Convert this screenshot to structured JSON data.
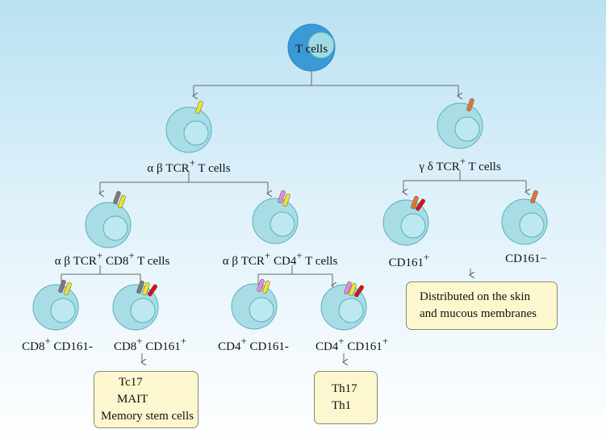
{
  "colors": {
    "cell_outer": "#a8dde6",
    "cell_inner": "#bde8ef",
    "cell_stroke": "#5aaebd",
    "root_outer": "#3a9ad6",
    "root_inner": "#a0dbe6",
    "yellow": "#f1e32a",
    "gray": "#7a7a7a",
    "orange": "#e2762a",
    "red": "#d3141a",
    "pink": "#e78ad8",
    "box_fill": "#fdf7cf"
  },
  "nodes": {
    "root": {
      "label": "T cells"
    },
    "ab": {
      "label_pre": "α β TCR",
      "sup": "+",
      "label_post": "T cells"
    },
    "gd": {
      "label_pre": "γ δ TCR",
      "sup": "+",
      "label_post": "T cells"
    },
    "cd8": {
      "label_pre": "α β TCR",
      "sup1": "+",
      "mid": "CD8",
      "sup2": "+",
      "label_post": "T cells"
    },
    "cd4": {
      "label_pre": "α β TCR",
      "sup1": "+",
      "mid": "CD4",
      "sup2": "+",
      "label_post": "T cells"
    },
    "cd161pos": {
      "label_pre": "CD161",
      "sup": "+"
    },
    "cd161neg": {
      "label": "CD161−"
    },
    "cd8neg": {
      "pre": "CD8",
      "sup": "+",
      "post": "CD161-"
    },
    "cd8pos": {
      "pre": "CD8",
      "sup1": "+",
      "mid": "CD161",
      "sup2": "+"
    },
    "cd4neg": {
      "pre": "CD4",
      "sup": "+",
      "post": "CD161-"
    },
    "cd4pos": {
      "pre": "CD4",
      "sup1": "+",
      "mid": "CD161",
      "sup2": "+"
    }
  },
  "boxes": {
    "gd_box": [
      "Distributed on the skin",
      "and mucous membranes"
    ],
    "cd8_box": [
      "Tc17",
      "MAIT",
      "Memory stem cells"
    ],
    "cd4_box": [
      "Th17",
      "Th1"
    ]
  }
}
